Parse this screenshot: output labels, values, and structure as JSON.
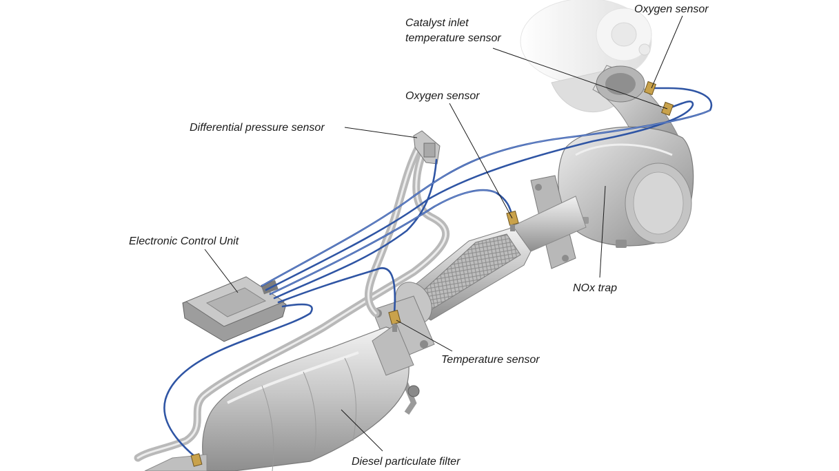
{
  "labels": {
    "oxygen_sensor_top": "Oxygen sensor",
    "catalyst_inlet_line1": "Catalyst inlet",
    "catalyst_inlet_line2": "temperature sensor",
    "oxygen_sensor_mid": "Oxygen sensor",
    "differential_pressure_sensor": "Differential pressure sensor",
    "electronic_control_unit": "Electronic Control Unit",
    "nox_trap": "NOx trap",
    "temperature_sensor": "Temperature sensor",
    "diesel_particulate_filter": "Diesel particulate filter"
  },
  "colors": {
    "wire": "#2f55a4",
    "metal": "#c9c9c9",
    "text": "#1a1a1a",
    "background": "#ffffff"
  }
}
